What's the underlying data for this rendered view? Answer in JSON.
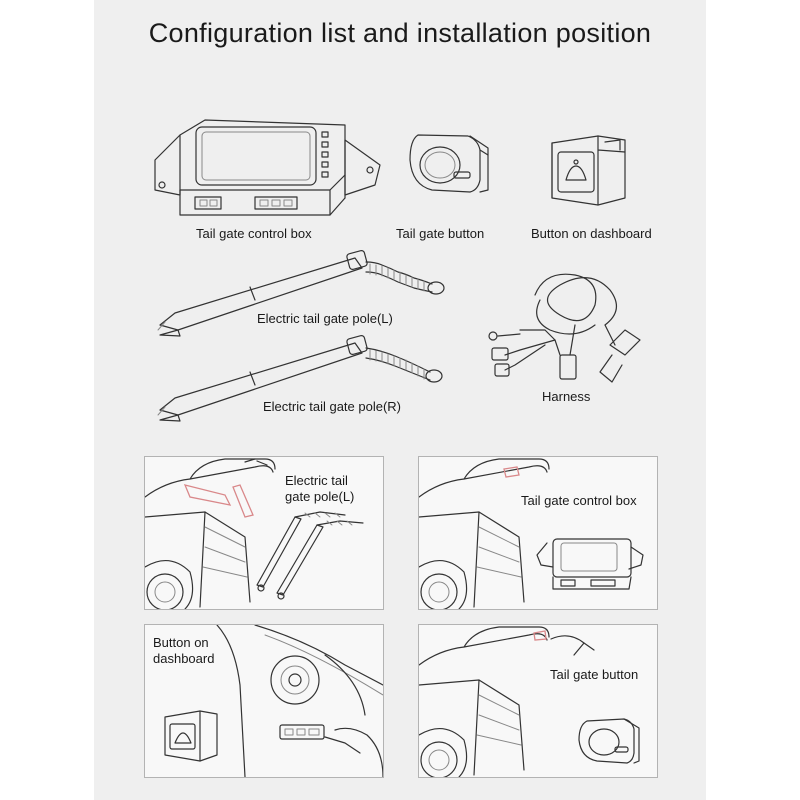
{
  "title": "Configuration list and installation position",
  "components": {
    "control_box": "Tail gate control box",
    "tail_gate_button": "Tail gate button",
    "dashboard_button": "Button on dashboard",
    "pole_left": "Electric tail gate pole(L)",
    "pole_right": "Electric tail gate pole(R)",
    "harness": "Harness"
  },
  "installation": {
    "pole_left": "Electric tail gate pole(L)",
    "control_box": "Tail gate control box",
    "dashboard_button": "Button on dashboard",
    "tail_gate_button": "Tail gate button"
  },
  "colors": {
    "background": "#efefef",
    "line": "#333333",
    "highlight": "#d9888a"
  }
}
